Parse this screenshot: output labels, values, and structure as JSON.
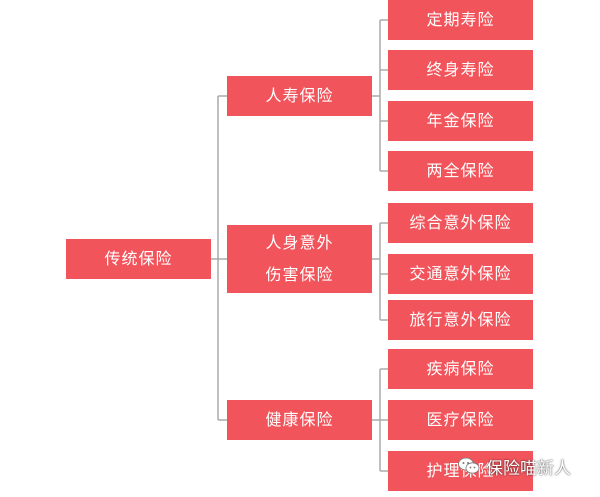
{
  "root": {
    "label": "传统保险"
  },
  "categories": [
    {
      "lines": [
        "人寿保险"
      ],
      "children": [
        "定期寿险",
        "终身寿险",
        "年金保险",
        "两全保险"
      ]
    },
    {
      "lines": [
        "人身意外",
        "伤害保险"
      ],
      "children": [
        "综合意外保险",
        "交通意外保险",
        "旅行意外保险"
      ]
    },
    {
      "lines": [
        "健康保险"
      ],
      "children": [
        "疾病保险",
        "医疗保险",
        "护理保险"
      ]
    }
  ],
  "watermark": {
    "text": "保险喵新人",
    "icon": "wechat-icon"
  },
  "colors": {
    "box": "#f2545b",
    "text": "#ffffff",
    "connector": "#aaaaaa"
  }
}
